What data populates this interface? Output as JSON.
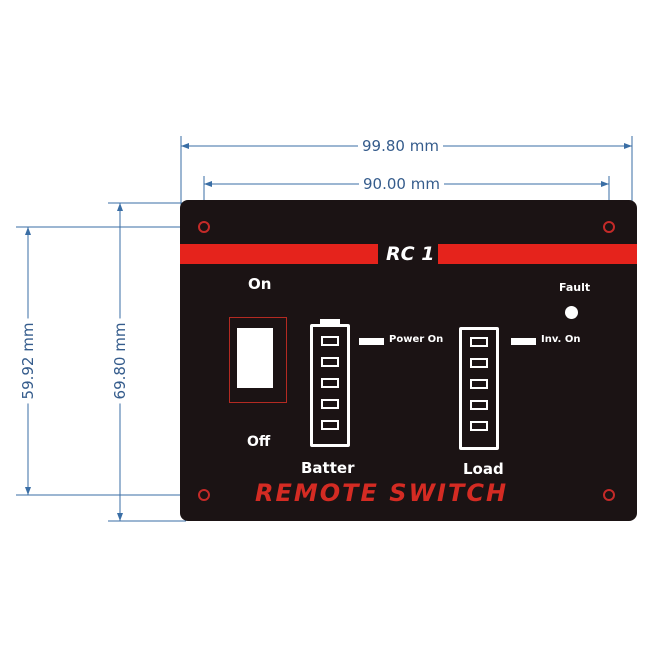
{
  "dimensions": {
    "overall_width": "99.80 mm",
    "hole_spacing_width": "90.00 mm",
    "hole_spacing_height": "59.92 mm",
    "overall_height": "69.80 mm"
  },
  "panel": {
    "model": "RC 1",
    "title": "REMOTE SWITCH",
    "switch_on_label": "On",
    "switch_off_label": "Off",
    "fault_label": "Fault",
    "power_on_label": "Power On",
    "inv_on_label": "Inv. On",
    "battery_label": "Batter",
    "load_label": "Load",
    "accent_color": "#e5231c",
    "panel_color": "#1b1314",
    "dimension_color": "#355c8c"
  }
}
